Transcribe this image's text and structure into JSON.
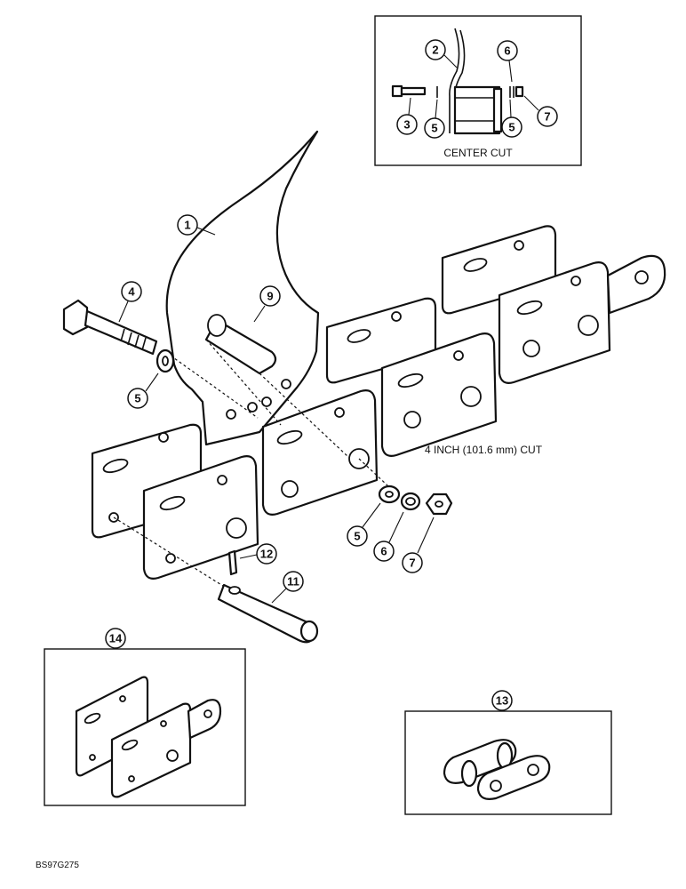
{
  "labels": {
    "center_cut": "CENTER CUT",
    "four_inch_cut": "4 INCH (101.6 mm) CUT",
    "figure_ref": "BS97G275"
  },
  "callouts": {
    "c1": "1",
    "c2": "2",
    "c3": "3",
    "c4": "4",
    "c5_inset_left": "5",
    "c5_inset_right": "5",
    "c5_bolt": "5",
    "c5_hardware": "5",
    "c6_inset": "6",
    "c6_hardware": "6",
    "c7_inset": "7",
    "c7_hardware": "7",
    "c9": "9",
    "c11": "11",
    "c12": "12",
    "c13": "13",
    "c14": "14"
  }
}
